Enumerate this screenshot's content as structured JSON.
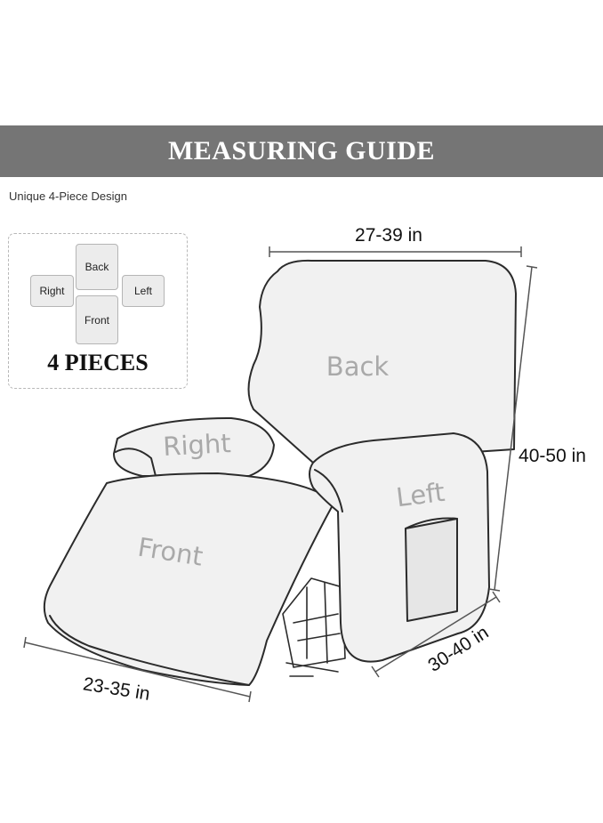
{
  "banner": {
    "title": "MEASURING GUIDE"
  },
  "subtitle": "Unique 4-Piece Design",
  "pieces": {
    "back": "Back",
    "right": "Right",
    "left": "Left",
    "front": "Front",
    "label": "4 PIECES"
  },
  "chair": {
    "labels": {
      "back": "Back",
      "right": "Right",
      "left": "Left",
      "front": "Front"
    }
  },
  "dimensions": {
    "width_top": "27-39 in",
    "height": "40-50 in",
    "depth": "30-40 in",
    "front_length": "23-35 in"
  }
}
